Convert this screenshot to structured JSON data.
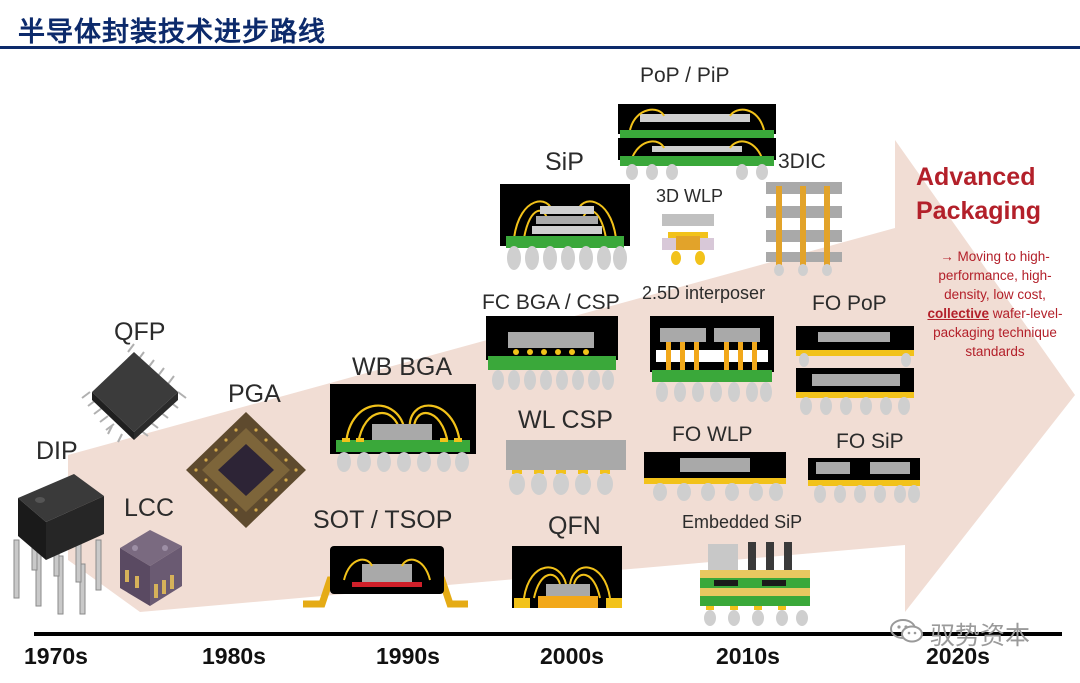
{
  "header": {
    "title": "半导体封装技术进步路线"
  },
  "timeline": {
    "decades": [
      "1970s",
      "1980s",
      "1990s",
      "2000s",
      "2010s",
      "2020s"
    ]
  },
  "packages": {
    "dip": "DIP",
    "qfp": "QFP",
    "lcc": "LCC",
    "pga": "PGA",
    "wb_bga": "WB BGA",
    "sot_tsop": "SOT / TSOP",
    "sip": "SiP",
    "fc_bga_csp": "FC BGA / CSP",
    "wl_csp": "WL CSP",
    "qfn": "QFN",
    "pop_pip": "PoP / PiP",
    "wlp_3d": "3D WLP",
    "dic_3": "3DIC",
    "interposer_25d": "2.5D interposer",
    "fo_pop": "FO PoP",
    "fo_wlp": "FO WLP",
    "fo_sip": "FO SiP",
    "embedded_sip": "Embedded SiP"
  },
  "advanced": {
    "title_line1": "Advanced",
    "title_line2": "Packaging",
    "desc_before": "→ Moving to high-performance, high-density, low cost, ",
    "desc_emphasis": "collective",
    "desc_after": " wafer-level-packaging technique standards"
  },
  "watermark": {
    "text": "驭势资本"
  },
  "colors": {
    "title": "#0c2a6b",
    "arrow": "#f1ddd4",
    "advanced": "#b3202a",
    "bond_wire": "#f2c21a",
    "substrate_green": "#3aa83a",
    "die_gray": "#a9a9a9"
  }
}
